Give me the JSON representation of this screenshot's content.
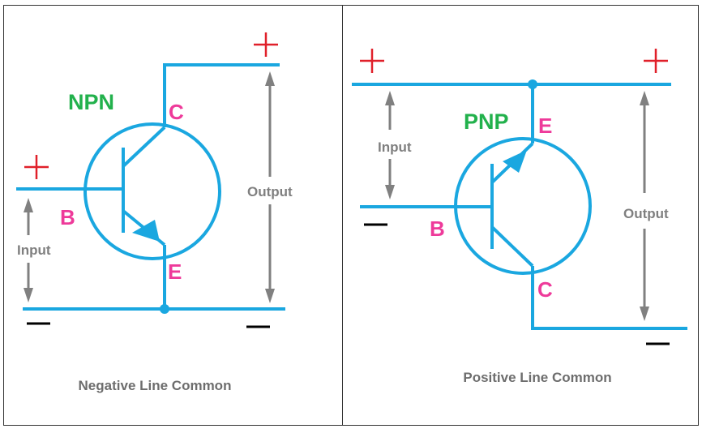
{
  "npn": {
    "title": "NPN",
    "pins": {
      "collector": "C",
      "base": "B",
      "emitter": "E"
    },
    "input_label": "Input",
    "output_label": "Output",
    "caption": "Negative Line Common"
  },
  "pnp": {
    "title": "PNP",
    "pins": {
      "emitter": "E",
      "base": "B",
      "collector": "C"
    },
    "input_label": "Input",
    "output_label": "Output",
    "caption": "Positive Line Common"
  },
  "colors": {
    "wire": "#1aa7e0",
    "pin_label": "#ee3a9a",
    "title": "#22b14c",
    "plus": "#e0202a",
    "arrow": "#808080"
  }
}
